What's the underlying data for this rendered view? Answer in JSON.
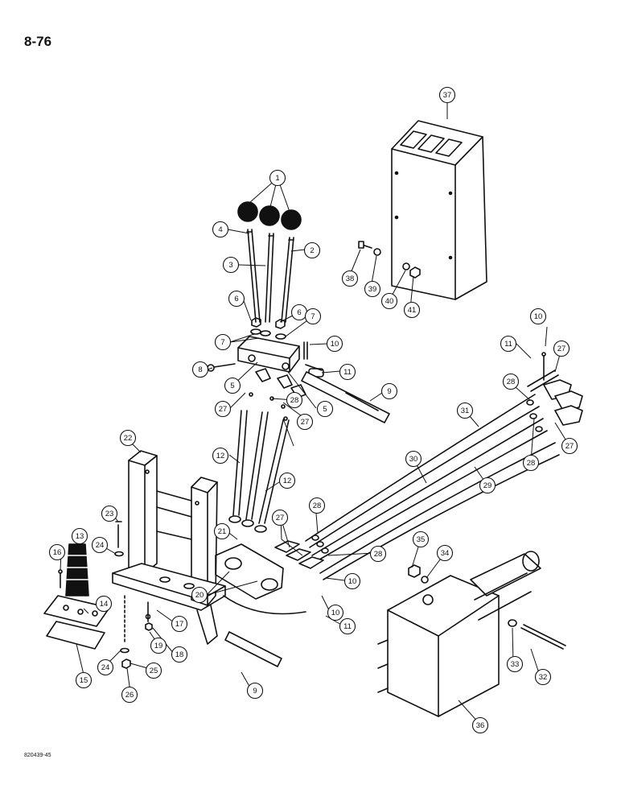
{
  "page_number": "8-76",
  "figure_code": "820439-45",
  "callouts": [
    {
      "label": "1"
    },
    {
      "label": "2"
    },
    {
      "label": "3"
    },
    {
      "label": "4"
    },
    {
      "label": "5"
    },
    {
      "label": "5"
    },
    {
      "label": "6"
    },
    {
      "label": "6"
    },
    {
      "label": "7"
    },
    {
      "label": "7"
    },
    {
      "label": "8"
    },
    {
      "label": "9"
    },
    {
      "label": "9"
    },
    {
      "label": "10"
    },
    {
      "label": "10"
    },
    {
      "label": "10"
    },
    {
      "label": "10"
    },
    {
      "label": "11"
    },
    {
      "label": "11"
    },
    {
      "label": "11"
    },
    {
      "label": "12"
    },
    {
      "label": "12"
    },
    {
      "label": "13"
    },
    {
      "label": "14"
    },
    {
      "label": "15"
    },
    {
      "label": "16"
    },
    {
      "label": "17"
    },
    {
      "label": "18"
    },
    {
      "label": "19"
    },
    {
      "label": "20"
    },
    {
      "label": "21"
    },
    {
      "label": "22"
    },
    {
      "label": "23"
    },
    {
      "label": "24"
    },
    {
      "label": "24"
    },
    {
      "label": "25"
    },
    {
      "label": "26"
    },
    {
      "label": "27"
    },
    {
      "label": "27"
    },
    {
      "label": "27"
    },
    {
      "label": "27"
    },
    {
      "label": "27"
    },
    {
      "label": "28"
    },
    {
      "label": "28"
    },
    {
      "label": "28"
    },
    {
      "label": "28"
    },
    {
      "label": "28"
    },
    {
      "label": "29"
    },
    {
      "label": "30"
    },
    {
      "label": "31"
    },
    {
      "label": "32"
    },
    {
      "label": "33"
    },
    {
      "label": "34"
    },
    {
      "label": "35"
    },
    {
      "label": "36"
    },
    {
      "label": "37"
    },
    {
      "label": "38"
    },
    {
      "label": "39"
    },
    {
      "label": "40"
    },
    {
      "label": "41"
    }
  ]
}
